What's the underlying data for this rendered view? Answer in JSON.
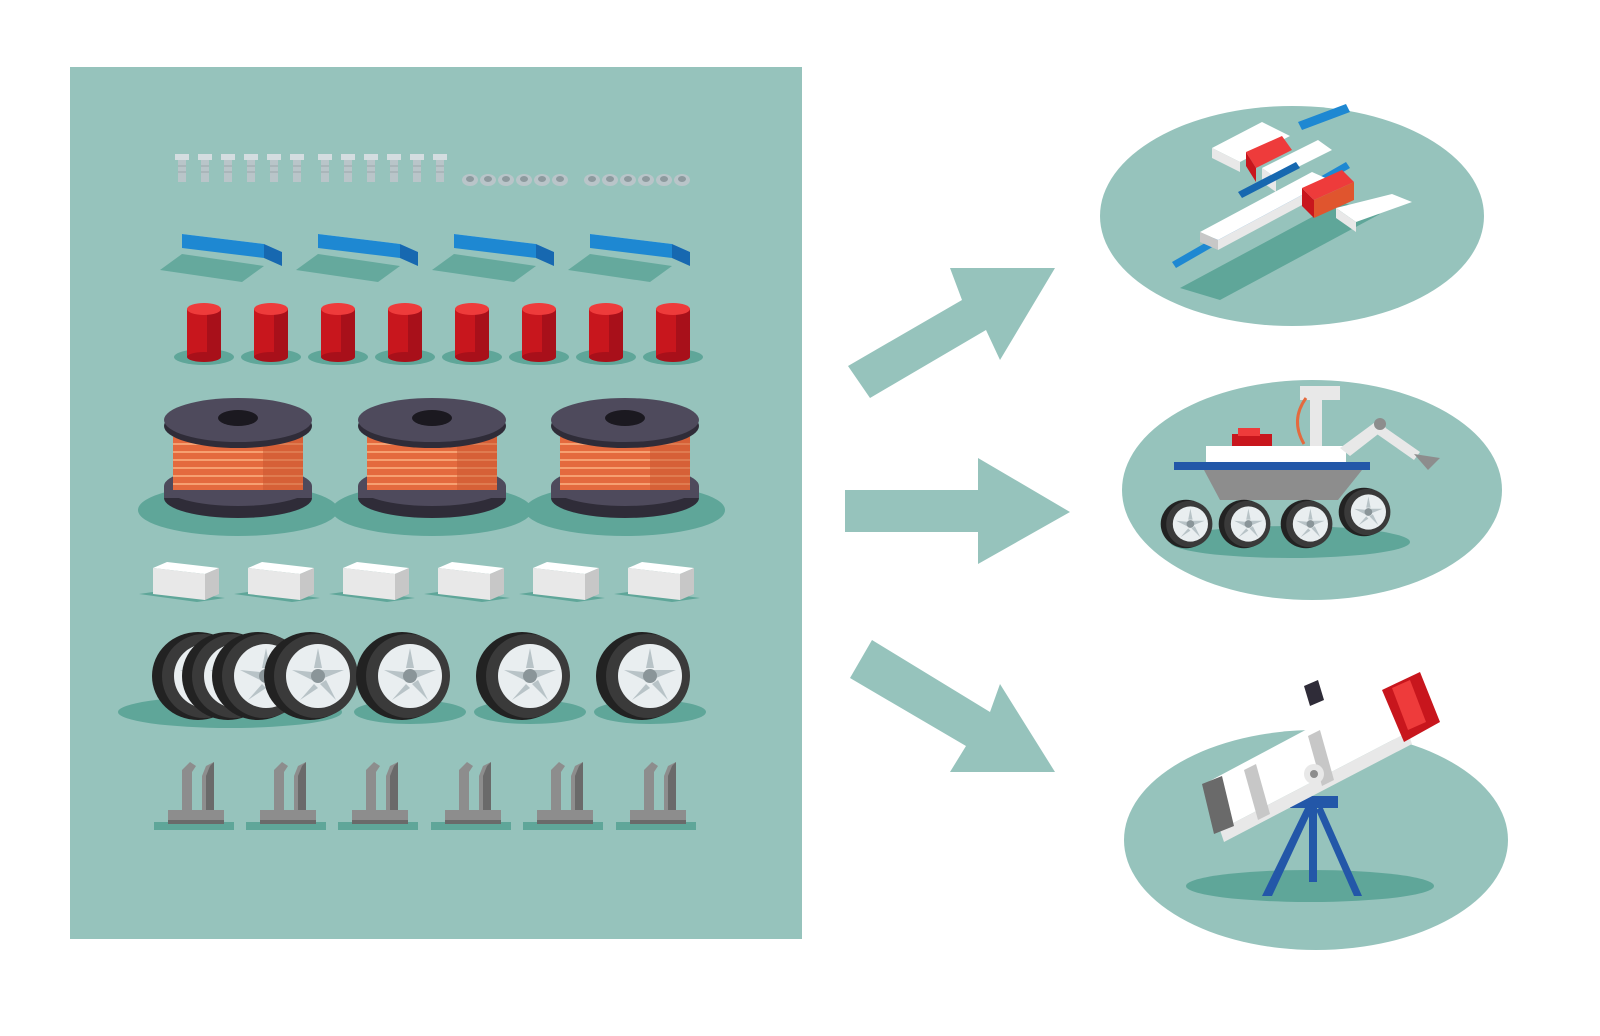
{
  "colors": {
    "background": "#ffffff",
    "panel": "#96c3bc",
    "shadow": "#5fa699",
    "arrow": "#96c3bc",
    "blue_top": "#aee0f5",
    "blue_front": "#1e88d2",
    "blue_side": "#1768b0",
    "red_top": "#ee3b3b",
    "red_body": "#c8161d",
    "copper": "#e46a3e",
    "copper_line": "#f6a071",
    "spool": "#4e4a5c",
    "spool_dark": "#2f2c38",
    "white_top": "#ffffff",
    "white_front": "#e8e8e8",
    "white_side": "#c7c7c7",
    "tire": "#222222",
    "rim": "#e9eef0",
    "claw": "#8d8d8d",
    "claw_dark": "#6a6a6a",
    "tripod": "#2357a8"
  },
  "components": {
    "rows": [
      {
        "name": "bolts-and-nuts",
        "icon": "bolt-icon"
      },
      {
        "name": "blue-blocks",
        "icon": "blue-block-icon",
        "count": 4
      },
      {
        "name": "red-cylinders",
        "icon": "red-cylinder-icon",
        "count": 8
      },
      {
        "name": "copper-wire-spools",
        "icon": "wire-spool-icon",
        "count": 3
      },
      {
        "name": "white-blocks",
        "icon": "white-block-icon",
        "count": 6
      },
      {
        "name": "wheels",
        "icon": "wheel-icon",
        "count": 7
      },
      {
        "name": "robot-claws",
        "icon": "claw-icon",
        "count": 6
      }
    ]
  },
  "outputs": [
    {
      "name": "satellite",
      "icon": "satellite-icon"
    },
    {
      "name": "rover",
      "icon": "rover-icon"
    },
    {
      "name": "telescope",
      "icon": "telescope-icon"
    }
  ],
  "arrows": [
    {
      "name": "arrow-up-right",
      "icon": "arrow-up-right-icon"
    },
    {
      "name": "arrow-right",
      "icon": "arrow-right-icon"
    },
    {
      "name": "arrow-down-right",
      "icon": "arrow-down-right-icon"
    }
  ]
}
